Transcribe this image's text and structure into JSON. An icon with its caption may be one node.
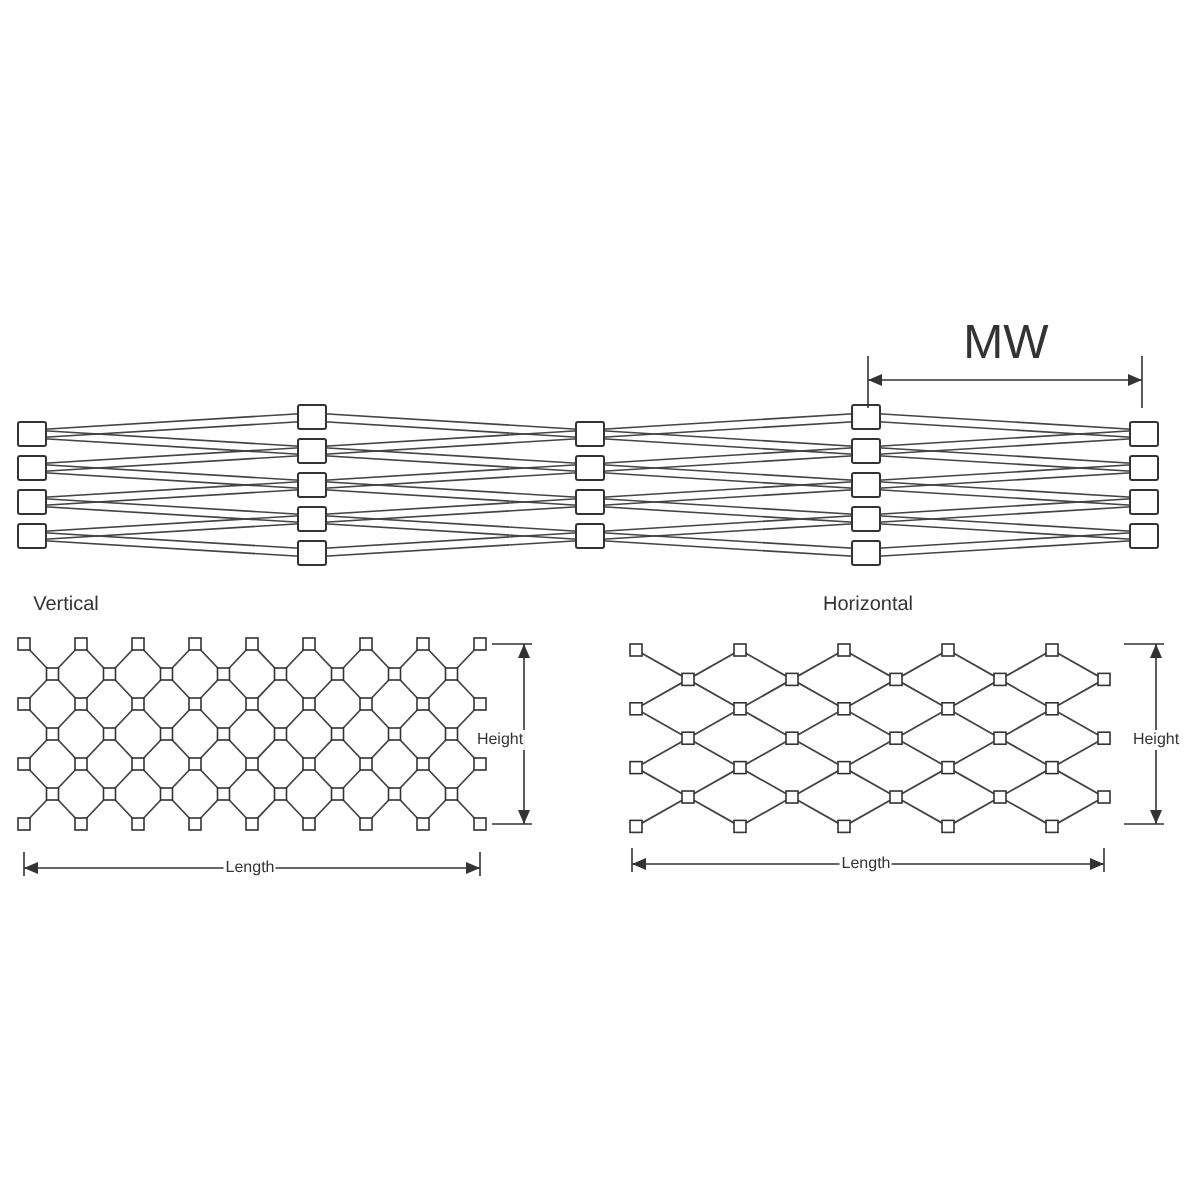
{
  "diagram": {
    "labels": [
      "MW",
      "Vertical",
      "Horizontal",
      "Height",
      "Length",
      "Height",
      "Length"
    ]
  }
}
